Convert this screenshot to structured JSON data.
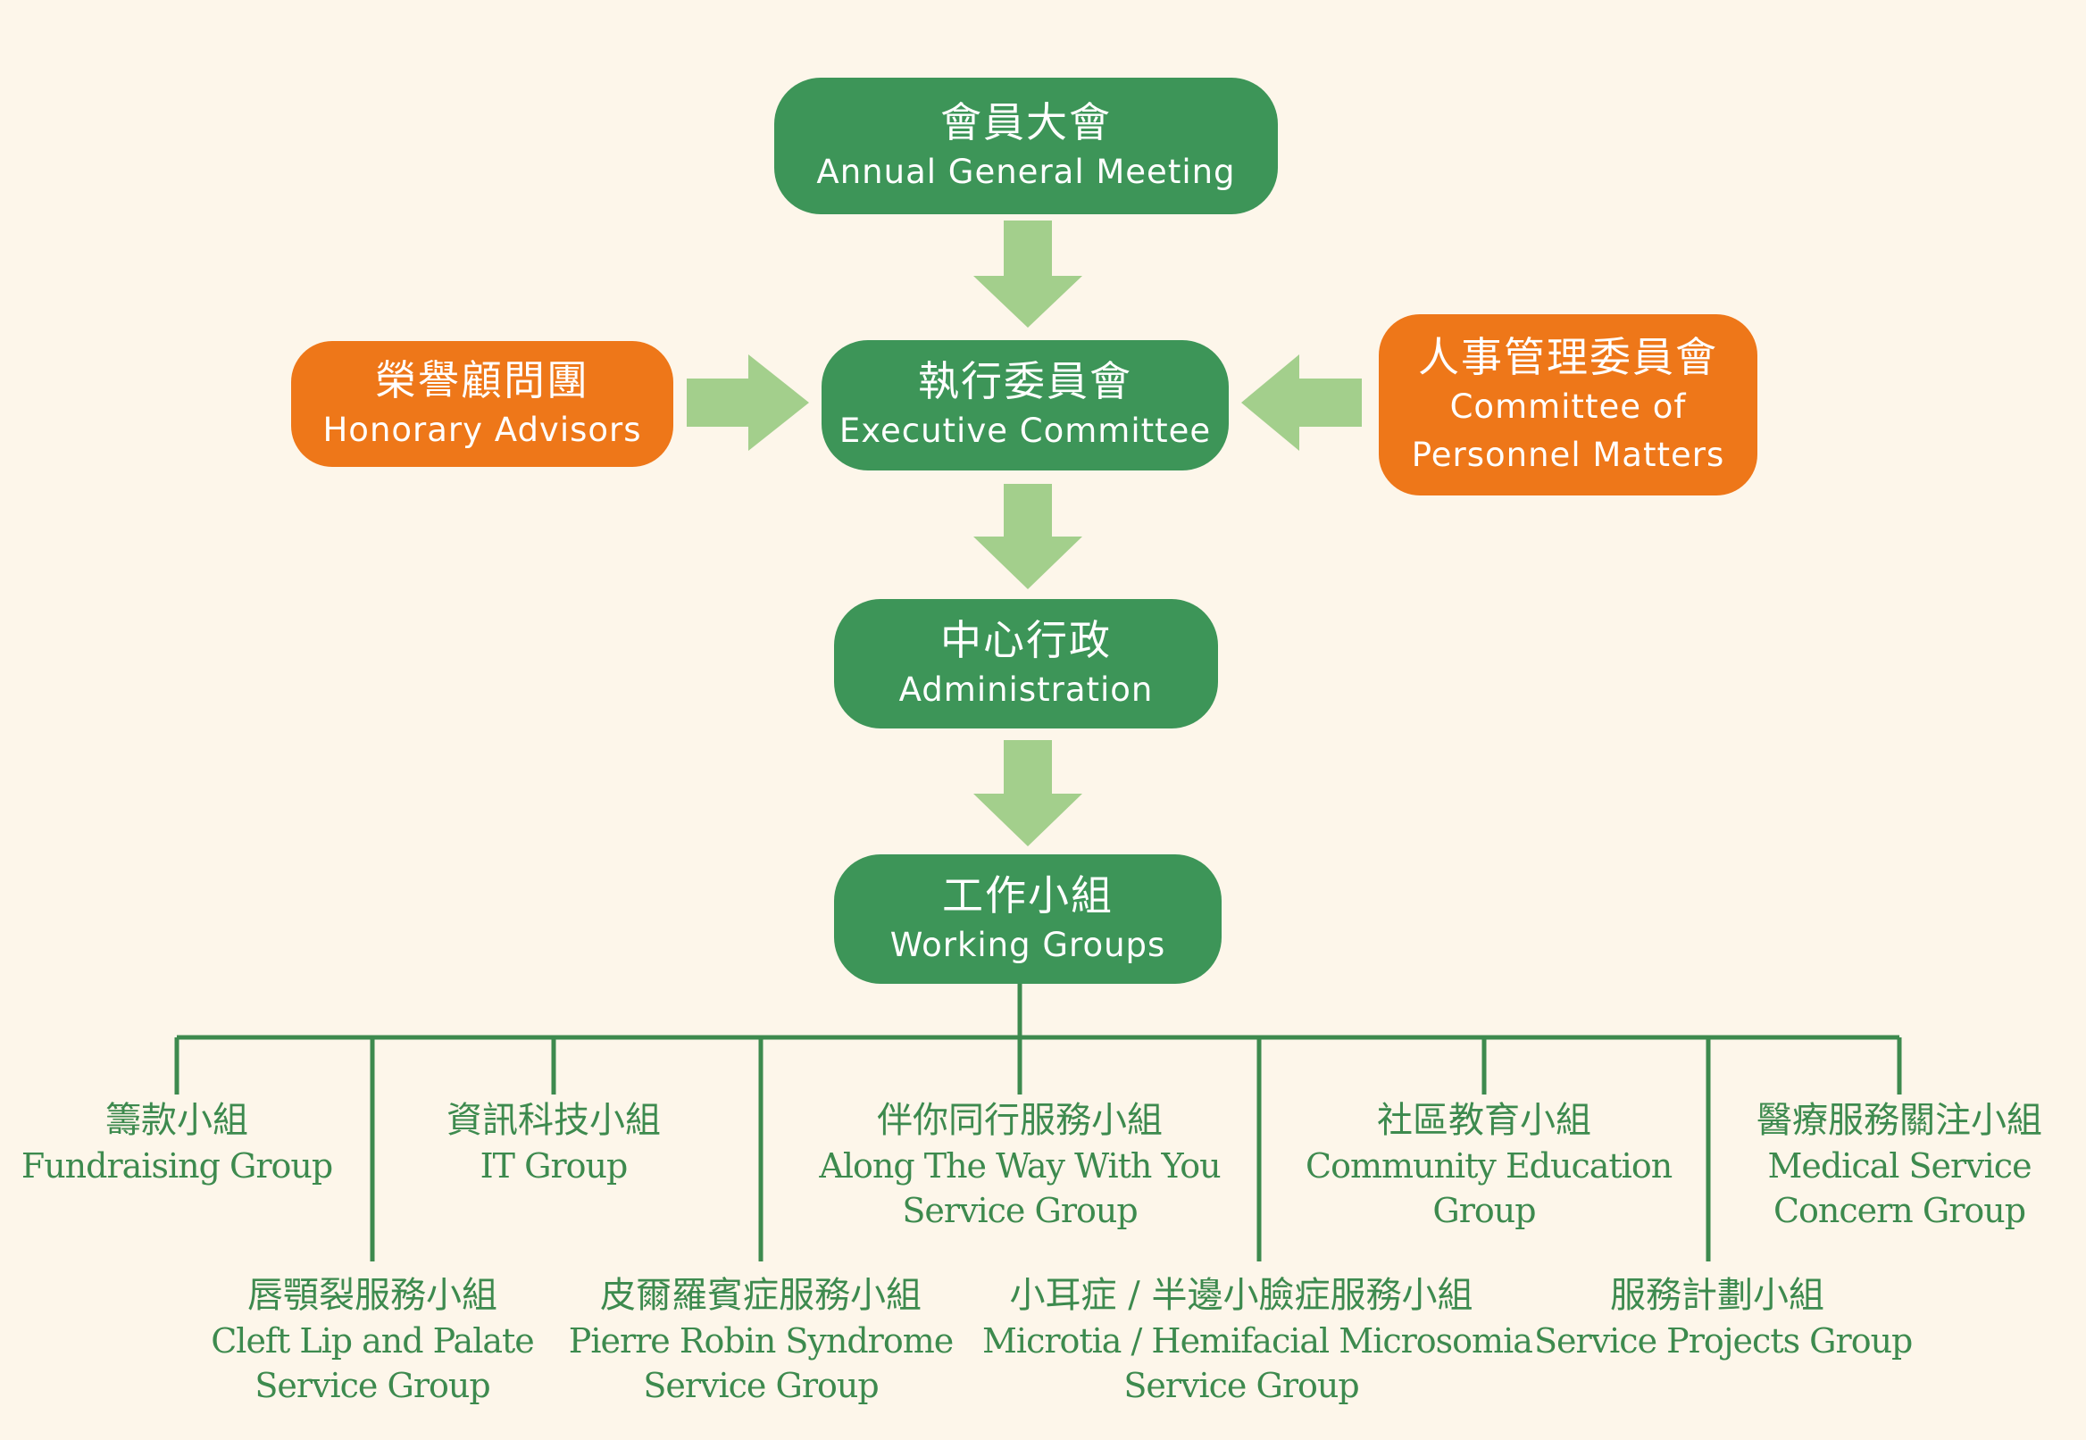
{
  "nodes": {
    "agm": {
      "zh": "會員大會",
      "en": "Annual General Meeting"
    },
    "executive": {
      "zh": "執行委員會",
      "en": "Executive Committee"
    },
    "honorary": {
      "zh": "榮譽顧問團",
      "en": "Honorary Advisors"
    },
    "personnel": {
      "zh": "人事管理委員會",
      "en_line1": "Committee of",
      "en_line2": "Personnel Matters"
    },
    "administration": {
      "zh": "中心行政",
      "en": "Administration"
    },
    "working_groups": {
      "zh": "工作小組",
      "en": "Working Groups"
    }
  },
  "groups": {
    "fundraising": {
      "zh": "籌款小組",
      "en_line1": "Fundraising Group"
    },
    "it": {
      "zh": "資訊科技小組",
      "en_line1": "IT Group"
    },
    "along_the_way": {
      "zh": "伴你同行服務小組",
      "en_line1": "Along The Way With You",
      "en_line2": "Service Group"
    },
    "community_education": {
      "zh": "社區教育小組",
      "en_line1": "Community Education",
      "en_line2": "Group"
    },
    "medical": {
      "zh": "醫療服務關注小組",
      "en_line1": "Medical Service",
      "en_line2": "Concern Group"
    },
    "cleft": {
      "zh": "唇顎裂服務小組",
      "en_line1": "Cleft Lip and Palate",
      "en_line2": "Service Group"
    },
    "pierre_robin": {
      "zh": "皮爾羅賓症服務小組",
      "en_line1": "Pierre Robin Syndrome",
      "en_line2": "Service Group"
    },
    "microtia": {
      "zh": "小耳症 / 半邊小臉症服務小組",
      "en_line1": "Microtia / Hemifacial Microsomia",
      "en_line2": "Service Group"
    },
    "service_projects": {
      "zh": "服務計劃小組",
      "en_line1": "Service Projects Group"
    }
  },
  "colors": {
    "box_green": "#3d9558",
    "box_orange": "#ee7719",
    "arrow_green": "#a3cf8c",
    "line_green": "#3d8a4e",
    "background": "#fdf6ea"
  }
}
